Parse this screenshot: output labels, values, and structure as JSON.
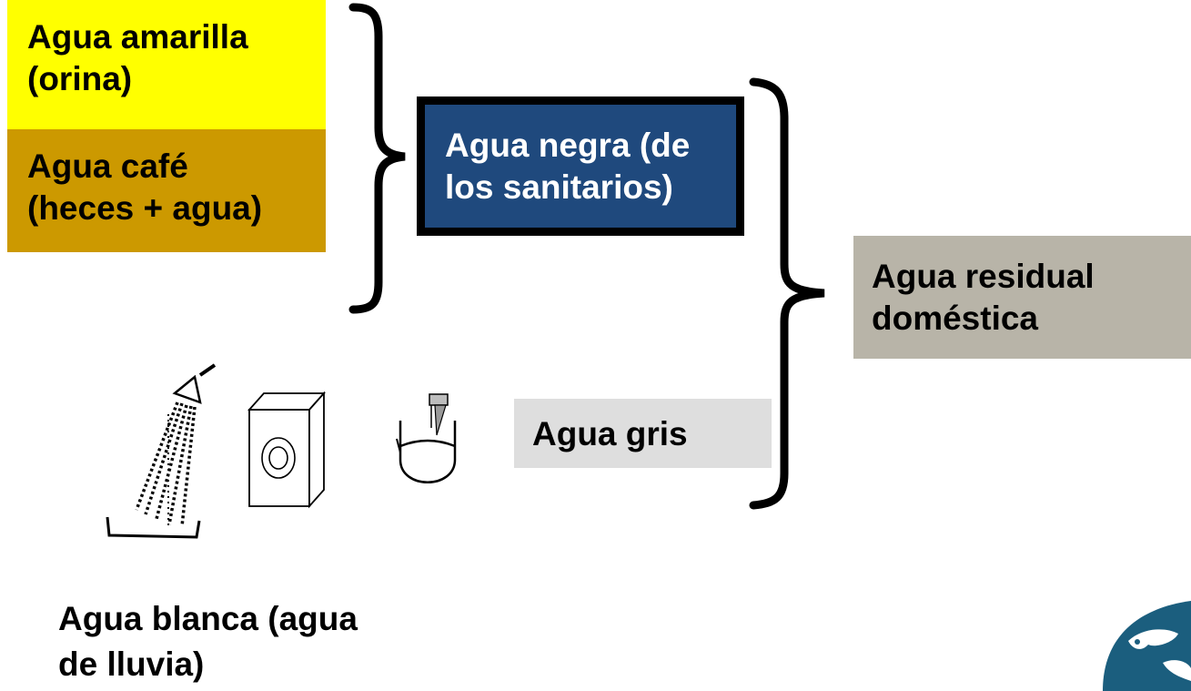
{
  "boxes": {
    "amarilla": {
      "line1": "Agua amarilla",
      "line2": "(orina)",
      "color": "#ffff00"
    },
    "cafe": {
      "line1": "Agua café",
      "line2": "(heces + agua)",
      "color": "#cc9900"
    },
    "negra": {
      "line1": "Agua negra (de",
      "line2": "los sanitarios)",
      "color": "#1f497d"
    },
    "residual": {
      "line1": "Agua residual",
      "line2": "doméstica",
      "color": "#b8b4a8"
    },
    "gris": {
      "text": "Agua gris",
      "color": "#dedede"
    }
  },
  "blanca": {
    "line1": "Agua blanca (agua",
    "line2": "de lluvia)"
  },
  "icons": [
    "shower-icon",
    "washing-machine-icon",
    "sink-icon",
    "logo-globe-icon"
  ]
}
